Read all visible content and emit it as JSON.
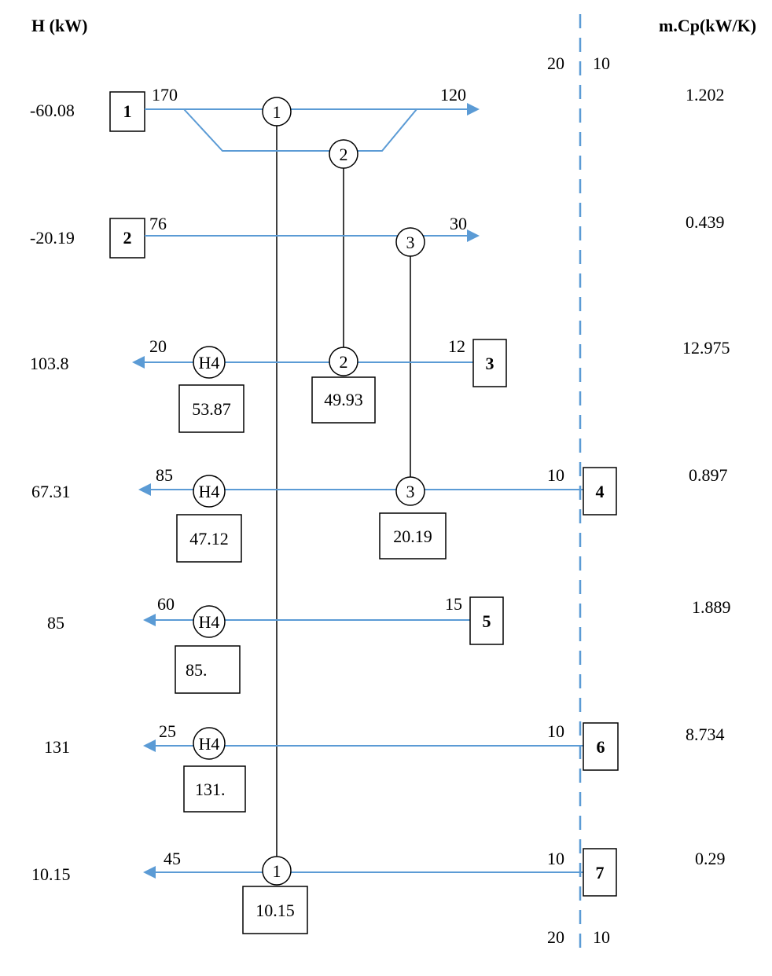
{
  "headers": {
    "h_label": "H (kW)",
    "mcp_label": "m.Cp(kW/K)"
  },
  "pinch": {
    "top_left": "20",
    "top_right": "10",
    "bottom_left": "20",
    "bottom_right": "10"
  },
  "streams": [
    {
      "id": "1",
      "h": "-60.08",
      "mcp": "1.202",
      "t_start": "170",
      "t_end": "120"
    },
    {
      "id": "2",
      "h": "-20.19",
      "mcp": "0.439",
      "t_start": "76",
      "t_end": "30"
    },
    {
      "id": "3",
      "h": "103.8",
      "mcp": "12.975",
      "t_start": "12",
      "t_end": "20"
    },
    {
      "id": "4",
      "h": "67.31",
      "mcp": "0.897",
      "t_start": "10",
      "t_end": "85"
    },
    {
      "id": "5",
      "h": "85",
      "mcp": "1.889",
      "t_start": "15",
      "t_end": "60"
    },
    {
      "id": "6",
      "h": "131",
      "mcp": "8.734",
      "t_start": "10",
      "t_end": "25"
    },
    {
      "id": "7",
      "h": "10.15",
      "mcp": "0.29",
      "t_start": "10",
      "t_end": "45"
    }
  ],
  "exchangers": {
    "e1": "1",
    "e2": "2",
    "e3": "3",
    "heater": "H4"
  },
  "duties": {
    "s3_heater": "53.87",
    "s3_ex2": "49.93",
    "s4_heater": "47.12",
    "s4_ex3": "20.19",
    "s5_heater": "85.",
    "s6_heater": "131.",
    "s7_ex1": "10.15"
  }
}
